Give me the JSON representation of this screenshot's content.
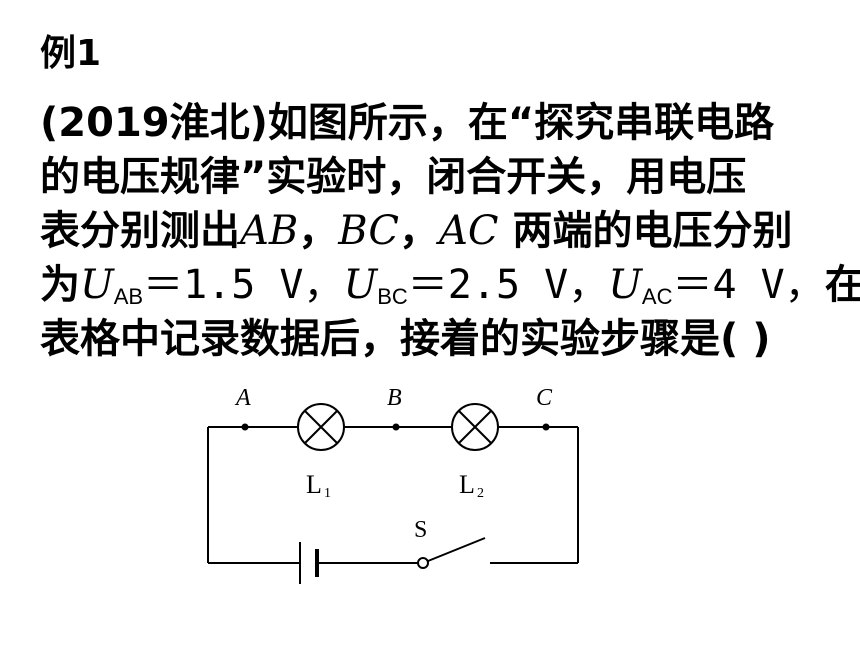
{
  "title": "例1",
  "question": {
    "line1": "(2019淮北)如图所示，在“探究串联电路",
    "line2": "的电压规律”实验时，闭合开关，用电压",
    "line3_pre": "表分别测出",
    "line3_ab": "AB",
    "line3_c1": "，",
    "line3_bc": "BC",
    "line3_c2": "，",
    "line3_ac": "AC",
    "line3_post": " 两端的电压分别",
    "line4_pre": "为",
    "u1": "U",
    "u1_sub": "AB",
    "u1_val": "＝1.5 V，",
    "u2": "U",
    "u2_sub": "BC",
    "u2_val": "＝2.5 V，",
    "u3": "U",
    "u3_sub": "AC",
    "u3_val": "＝4 V，",
    "line4_post": "在",
    "line5": "表格中记录数据后，接着的实验步骤是( )"
  },
  "diagram": {
    "point_a": "A",
    "point_b": "B",
    "point_c": "C",
    "lamp1": "L",
    "lamp1_sub": "1",
    "lamp2": "L",
    "lamp2_sub": "2",
    "switch": "S"
  }
}
